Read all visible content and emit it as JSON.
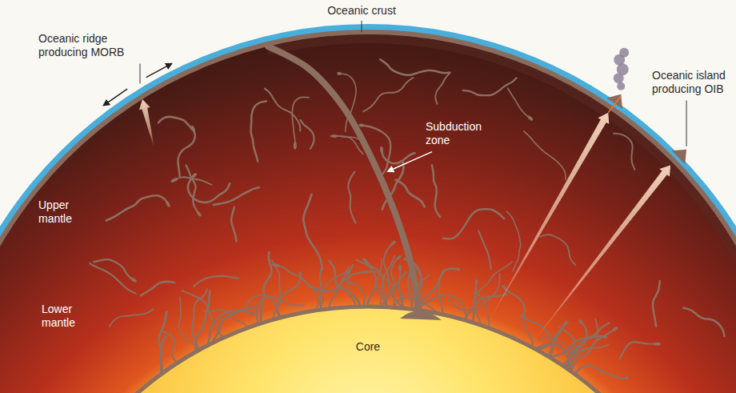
{
  "diagram": {
    "labels": [
      "Oceanic crust",
      "Oceanic ridge producing MORB",
      "Oceanic island producing OIB",
      "Subduction zone",
      "Upper mantle",
      "Lower mantle",
      "Core"
    ]
  }
}
